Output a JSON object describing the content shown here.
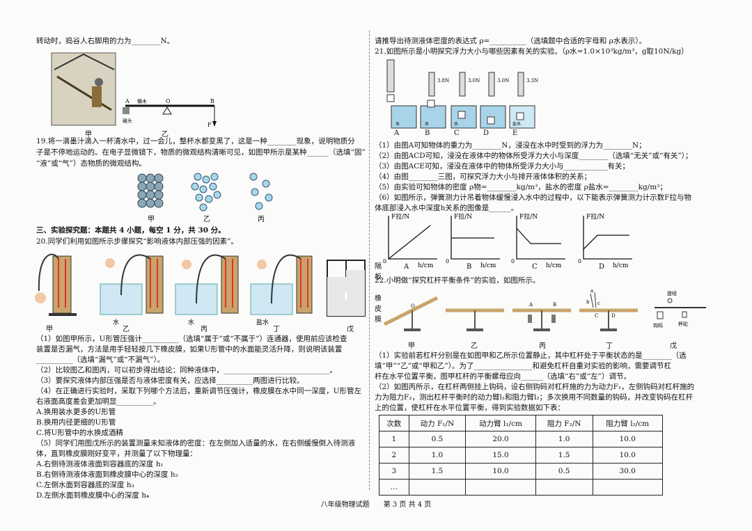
{
  "left": {
    "lines": [
      "转动时，捣谷人右脚用的力为________N。",
      "19.将一滴墨汁滴入一杯清水中，过一会儿，整杯水都变黑了，这是一种________现象，说明物质分",
      "子是不停地运动的。在电子显微镜下，物质的微观结构清晰可见，如图甲所示是某种______（选填“固”",
      "“液”或“气”）态物质的微观结构。",
      "三、实验探究题：本题共 4 小题，每空 1 分，共 30 分。",
      "20.同学们利用如图所示步骤探究“影响液体内部压强的因素”。",
      "（1）如图甲所示，U形管压强计__________（选填“属于”或“不属于”）连通器，使用前应该检查",
      "装置是否漏气，方法是用手轻轻按几下橡皮膜，如果U形管中的水面能灵活升降，则说明该装置",
      "__________（选填“漏气”或“不漏气”）。",
      "（2）比较图乙和图丙，可以初步得出结论：同种液体中，_____________________________。",
      "（3）要探究液体内部压强是否与液体密度有关，应选择__________两图进行比较。",
      "（4）在正确进行实验时，采取下列哪个方法后，重新调节压强计，橡皮膜在水中同一深度，U形管左",
      "右液面高度差会更加明显__________。",
      "A.换用装水更多的U形管",
      "B.换用内径更细的U形管",
      "C.将U形管中的水换成酒精",
      "（5）同学们用图戊所示的装置测量未知液体的密度：在左侧加入适量的水，在右侧缓慢倒入待测液",
      "体，直到橡皮膜刚好变平，并测量了以下物理量：",
      "A.右侧待测液体液面到容器底的深度 h₁",
      "B.右侧待测液体液面到橡皮膜中心的深度 h₂",
      "C.左侧水面到容器底的深度 h₃",
      "D.左侧水面到橡皮膜中心的深度 h₄"
    ],
    "fig18": {
      "label_A": "A",
      "label_O": "O",
      "label_B": "B",
      "label_F": "F",
      "label_wood": "横木",
      "label_head1": "碓头",
      "label_head2": "碓头",
      "cap_jia": "甲",
      "cap_yi": "乙"
    },
    "fig19": {
      "cap_jia": "甲",
      "cap_yi": "乙",
      "cap_bing": "丙"
    },
    "fig20": {
      "cap_jia": "甲",
      "cap_yi": "乙",
      "cap_bing": "丙",
      "cap_ding": "丁",
      "cap_wu": "戊",
      "water1": "水",
      "water2": "水",
      "salt_water": "盐水",
      "partition": "隔板",
      "rubber": "橡皮膜"
    }
  },
  "right": {
    "lines": [
      "请推导出待测液体密度的表达式 ρ=__________（选填题中合适的字母和 ρ水表示）。",
      "21.如图所示是小明探究浮力大小与哪些因素有关的实验。（ρ水=1.0×10³kg/m³，g取10N/kg）",
      "（1）由图A可知物体的重力为________N，浸没在水中时受到的浮力为________N；",
      "（2）由图ACD可知，浸没在液体中的物体所受浮力大小与深度________（选填“无关”或“有关”）；",
      "（3）由图ACE可知，浸没在液体中的物体所受浮力大小与____________有关；",
      "（4）由图________三图，可探究浮力大小与排开液体体积的关系；",
      "（5）由实验可知物体的密度 ρ物=________kg/m³，盐水的密度 ρ盐水=________kg/m³；",
      "（6）如图所示，弹簧测力计吊着物体缓慢浸入水中的过程中，以下能表示弹簧测力计示数F拉与物",
      "体底部浸入水中深度h关系的图像是______。",
      "22.小明做“探究杠杆平衡条件”的实验，如图所示。",
      "（1）实验前若杠杆分别是在如图甲和乙所示位置静止，其中杠杆处于平衡状态的是________（选",
      "填“甲”“乙”或“甲和乙”）。为了________________和避免杠杆自重对实验的影响，需要调节杠",
      "杆在水平位置平衡，图甲杠杆的平衡螺母应向______（选填“右”或“左”）调节。",
      "（2）如图丙所示，在杠杆两侧挂上钩码，设右侧钩码对杠杆施的力为动力F₁，左侧钩码对杠杆施的",
      "力为阻力F₂，测出杠杆平衡时的动力臂l₁和阻力臂l₂；多次换用不同数量的钩码，并改变钩码在杠杆",
      "上的位置，使杠杆在水平位置平衡，得到实验数据如下表："
    ],
    "fig21": {
      "readings": [
        "3.8N",
        "3.0N",
        "3.0N",
        "3.3N"
      ],
      "beakers": [
        "A",
        "B",
        "C",
        "D",
        "E"
      ],
      "liquid_labels": [
        "水",
        "水",
        "水",
        "盐水"
      ]
    },
    "graphs": {
      "ylabel": "F拉/N",
      "xlabel": "h/cm",
      "origin": "0",
      "labels": [
        "A",
        "B",
        "C",
        "D"
      ]
    },
    "fig22": {
      "cap_jia": "甲",
      "cap_yi": "乙",
      "cap_bing": "丙",
      "cap_ding": "丁",
      "cap_wu": "戊",
      "lbl_O": "O",
      "lbl_a": "a",
      "lbl_b": "b",
      "lbl_c": "c",
      "lbl_A": "A",
      "lbl_B": "B",
      "lbl_C": "C",
      "lbl_D": "D",
      "hook": "钩码",
      "grip": "提纽",
      "weight": "秤砣"
    },
    "table": {
      "headers": [
        "次数",
        "动力 F₁/N",
        "动力臂 l₁/cm",
        "阻力 F₂/N",
        "阻力臂 l₂/cm"
      ],
      "rows": [
        [
          "1",
          "0.5",
          "20.0",
          "1.0",
          "10.0"
        ],
        [
          "2",
          "1.0",
          "15.0",
          "1.5",
          "10.0"
        ],
        [
          "3",
          "1.5",
          "10.0",
          "0.5",
          "30.0"
        ],
        [
          "…",
          "",
          "",
          "",
          ""
        ]
      ]
    }
  },
  "footer": "八年级物理试题　　第 3 页 共 4 页"
}
